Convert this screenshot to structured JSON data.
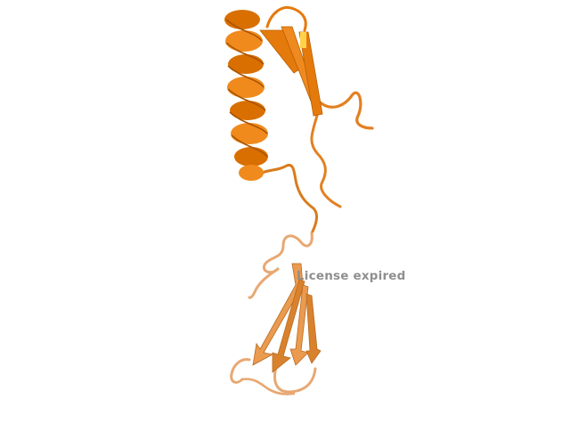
{
  "watermark": {
    "text": "License expired"
  },
  "colors": {
    "background": "#ffffff",
    "helix_dark": "#d96f00",
    "helix_light": "#f08a1c",
    "upper_strand": "#e57a0c",
    "upper_loop": "#e38022",
    "beta_bright": "#ffd24a",
    "lower_domain": "#eb9b50",
    "lower_domain_dark": "#d9822e",
    "lower_loop": "#e8a872",
    "watermark": "#8f8f8f"
  },
  "scene": {
    "subject": "protein-ribbon-cartoon",
    "elements": [
      "alpha-helix",
      "beta-hairpin",
      "loops",
      "beta-sheet"
    ]
  }
}
